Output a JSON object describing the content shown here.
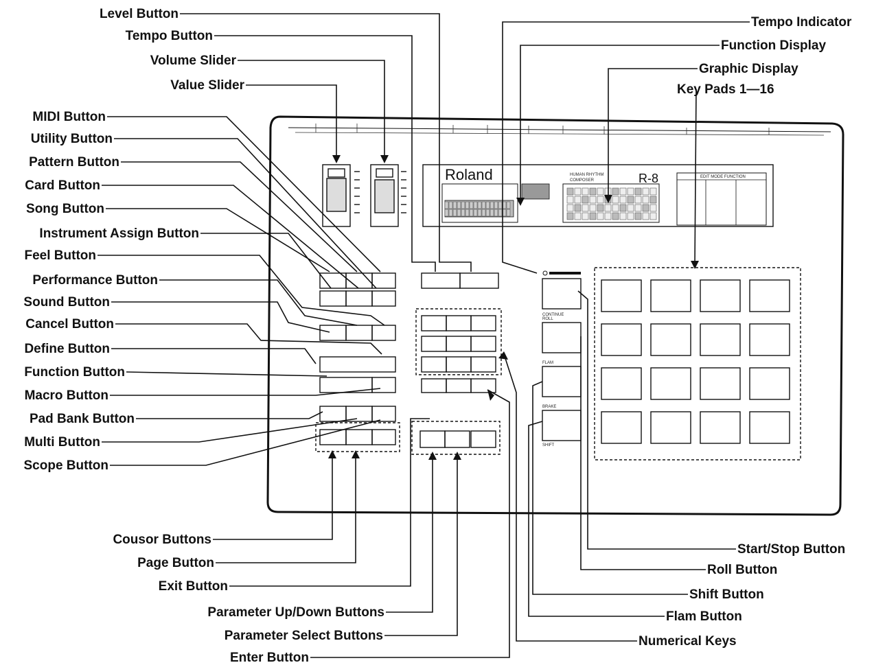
{
  "device": {
    "brand": "Roland",
    "model_line1": "HUMAN RHYTHM",
    "model_line2": "COMPOSER",
    "model_name": "R-8",
    "edit_mode_title": "EDIT MODE FUNCTION"
  },
  "labels_left": [
    "Level Button",
    "Tempo Button",
    "Volume Slider",
    "Value Slider",
    "MIDI Button",
    "Utility Button",
    "Pattern Button",
    "Card Button",
    "Song Button",
    "Instrument Assign Button",
    "Feel Button",
    "Performance Button",
    "Sound Button",
    "Cancel Button",
    "Define Button",
    "Function Button",
    "Macro Button",
    "Pad Bank Button",
    "Multi Button",
    "Scope Button"
  ],
  "labels_bottom_left": [
    "Cousor Buttons",
    "Page Button",
    "Exit Button",
    "Parameter Up/Down Buttons",
    "Parameter Select Buttons",
    "Enter Button"
  ],
  "labels_right": [
    "Tempo Indicator",
    "Function Display",
    "Graphic Display",
    "Key Pads 1—16"
  ],
  "labels_bottom_right": [
    "Start/Stop Button",
    "Roll Button",
    "Shift Button",
    "Flam Button",
    "Numerical Keys"
  ],
  "panel_text": {
    "start_label": "CONTINUE",
    "roll_label": "ROLL",
    "flam_label": "FLAM",
    "shift_label": "SHIFT",
    "brake_label": "BRAKE"
  }
}
